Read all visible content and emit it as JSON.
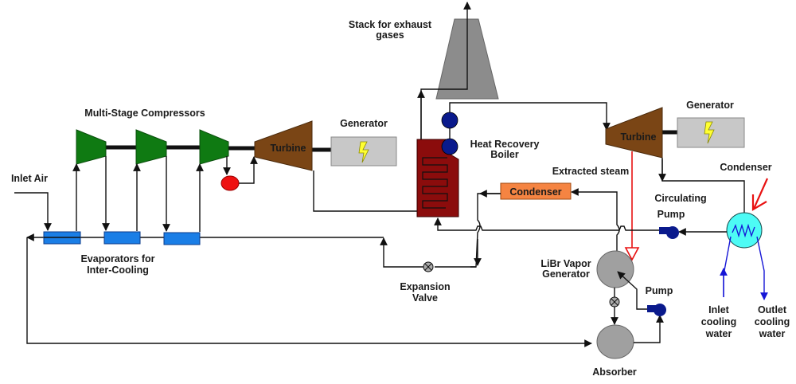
{
  "title": "Combined gas turbine / steam turbine cycle with LiBr absorption chiller for compressor inter-cooling",
  "labels": {
    "multi_stage_compressors": "Multi-Stage Compressors",
    "inlet_air": "Inlet Air",
    "evaporators_line1": "Evaporators for",
    "evaporators_line2": "Inter-Cooling",
    "gas_turbine": "Turbine",
    "gas_generator": "Generator",
    "stack_line1": "Stack for exhaust",
    "stack_line2": "gases",
    "hrsg_line1": "Heat Recovery",
    "hrsg_line2": "Boiler",
    "steam_turbine": "Turbine",
    "steam_generator": "Generator",
    "extracted_steam": "Extracted steam",
    "absorption_condenser": "Condenser",
    "main_condenser": "Condenser",
    "circulating_pump_line1": "Circulating",
    "circulating_pump_line2": "Pump",
    "expansion_valve_line1": "Expansion",
    "expansion_valve_line2": "Valve",
    "libr_generator_line1": "LiBr Vapor",
    "libr_generator_line2": "Generator",
    "solution_pump": "Pump",
    "absorber": "Absorber",
    "inlet_cooling_line1": "Inlet",
    "inlet_cooling_line2": "cooling",
    "inlet_cooling_line3": "water",
    "outlet_cooling_line1": "Outlet",
    "outlet_cooling_line2": "cooling",
    "outlet_cooling_line3": "water"
  },
  "colors": {
    "compressor": "#0f7a12",
    "turbine": "#7a4515",
    "generator": "#c8c8c8",
    "lightning": "#ffff33",
    "stack": "#8c8c8c",
    "boiler": "#8b0c0c",
    "drum": "#0a1a8c",
    "evaporator": "#1a7ee6",
    "condenser_box": "#f58442",
    "condenser_vessel": "#4dfbf5",
    "combustor": "#ee1111",
    "libr_vessel": "#a0a0a0",
    "steam_extraction": "#e81111",
    "cooling_water": "#1616d6"
  }
}
